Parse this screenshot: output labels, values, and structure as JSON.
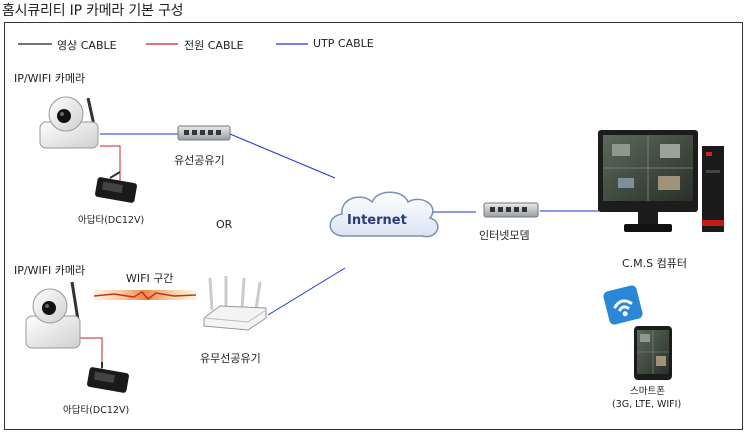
{
  "title": "홈시큐리티 IP 카메라 기본 구성",
  "legend": [
    {
      "label": "영상 CABLE",
      "color": "#222222"
    },
    {
      "label": "전원 CABLE",
      "color": "#cc2222"
    },
    {
      "label": "UTP CABLE",
      "color": "#2233cc"
    }
  ],
  "camera_top_label": "IP/WIFI 카메라",
  "camera_bottom_label": "IP/WIFI 카메라",
  "adapter_top_label": "아답타(DC12V)",
  "adapter_bottom_label": "아답타(DC12V)",
  "wired_router_label": "유선공유기",
  "wireless_router_label": "유무선공유기",
  "or_label": "OR",
  "wifi_zone_label": "WIFI 구간",
  "internet_label": "Internet",
  "modem_label": "인터넷모뎀",
  "cms_label": "C.M.S 컴퓨터",
  "smartphone_label": "스마트폰",
  "smartphone_networks": "(3G, LTE, WIFI)",
  "colors": {
    "video": "#222222",
    "power": "#cc2222",
    "utp": "#2233cc",
    "internet_text": "#2a3a7a"
  }
}
